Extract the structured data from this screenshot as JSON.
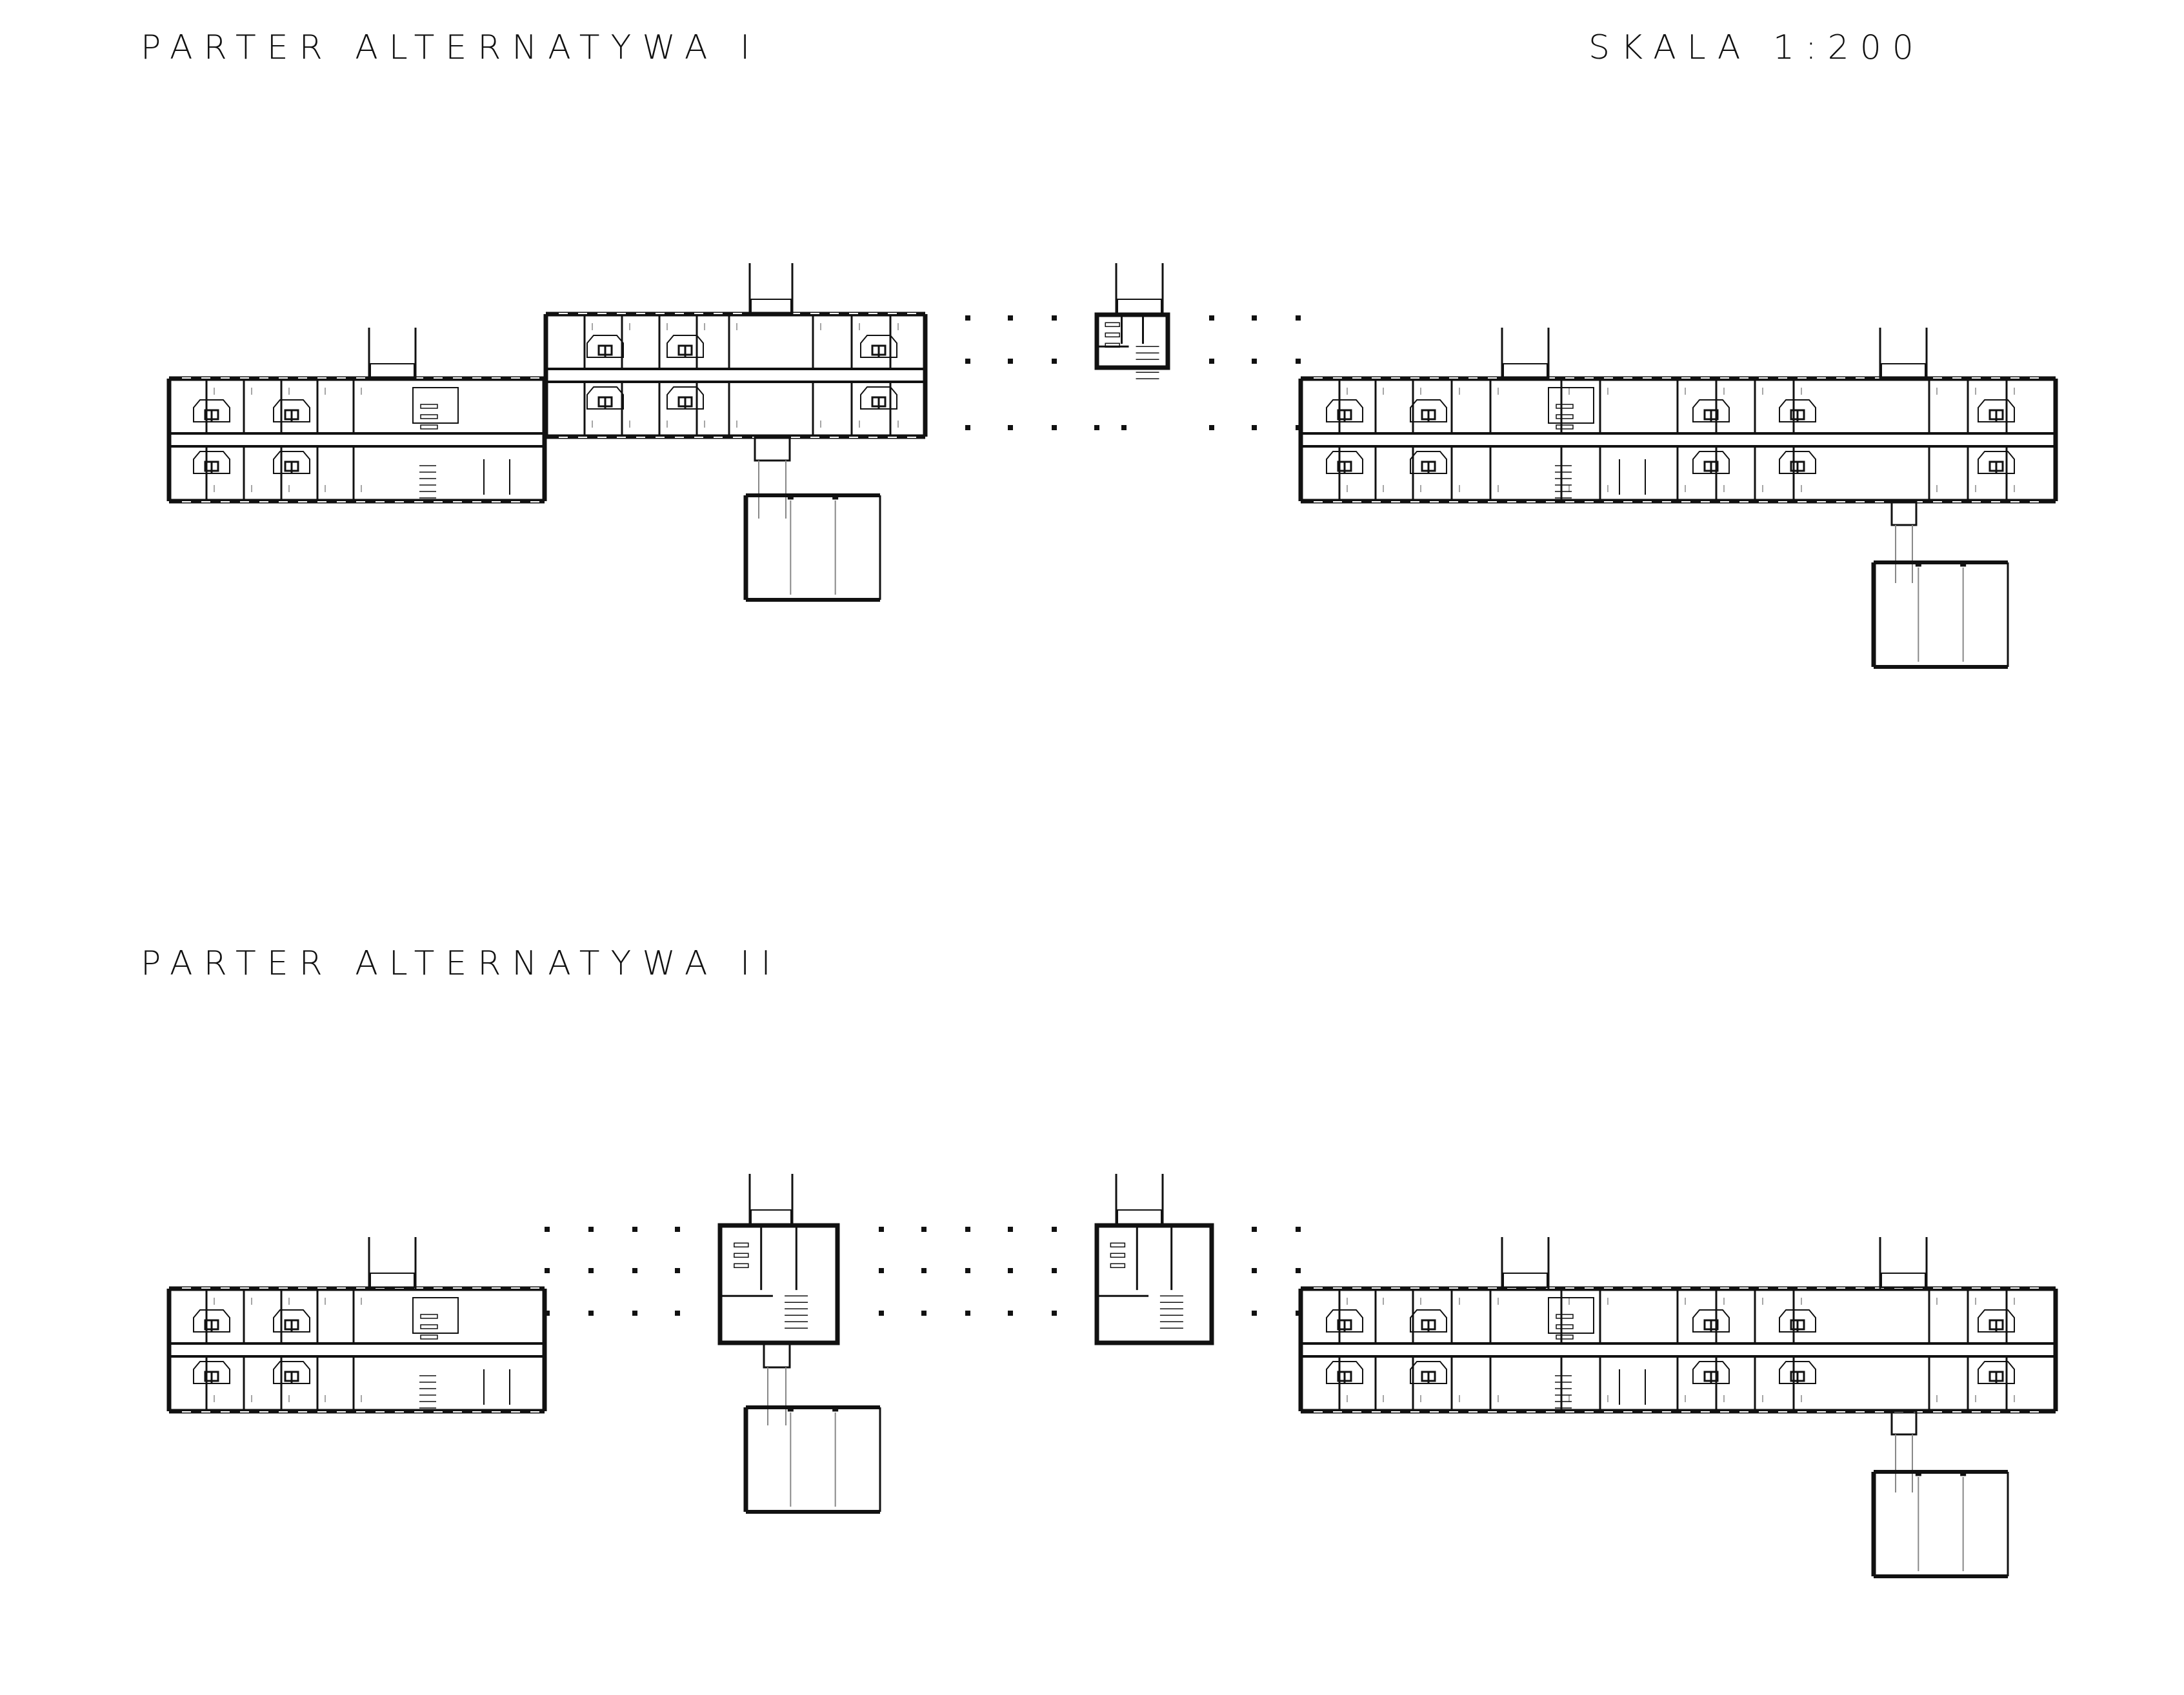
{
  "sheet": {
    "title_alt1": "PARTER ALTERNATYWA I",
    "scale": "SKALA 1:200",
    "title_alt2": "PARTER ALTERNATYWA II"
  },
  "colors": {
    "ink": "#111111",
    "paper": "#ffffff",
    "light_line": "#888888"
  },
  "icons": [
    "wall-line",
    "column-dot",
    "stair-icon",
    "room-furniture-icon"
  ]
}
